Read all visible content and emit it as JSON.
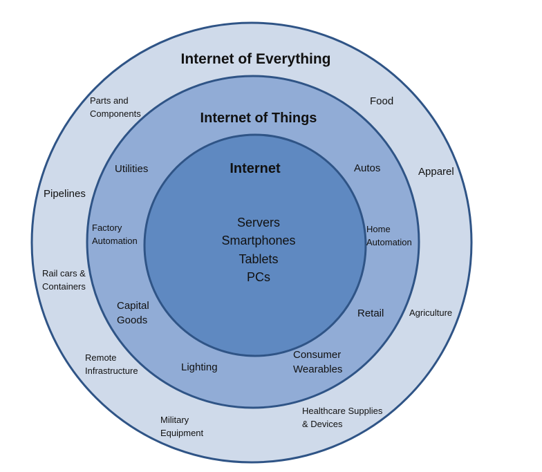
{
  "diagram": {
    "colors": {
      "outer_fill": "#cfdaea",
      "middle_fill": "#91acd6",
      "inner_fill": "#5f89c1",
      "stroke": "#2f5486",
      "text": "#111111"
    },
    "outer_ring": {
      "title": "Internet of Everything",
      "items": [
        {
          "line1": "Parts and",
          "line2": "Components"
        },
        {
          "line1": "Food",
          "line2": ""
        },
        {
          "line1": "Apparel",
          "line2": ""
        },
        {
          "line1": "Pipelines",
          "line2": ""
        },
        {
          "line1": "Rail cars  &",
          "line2": "Containers"
        },
        {
          "line1": "Agriculture",
          "line2": ""
        },
        {
          "line1": "Remote",
          "line2": "Infrastructure"
        },
        {
          "line1": "Healthcare  Supplies",
          "line2": "& Devices"
        },
        {
          "line1": "Military",
          "line2": "Equipment"
        }
      ]
    },
    "middle_ring": {
      "title": "Internet of Things",
      "items": [
        {
          "line1": "Utilities",
          "line2": ""
        },
        {
          "line1": "Autos",
          "line2": ""
        },
        {
          "line1": "Factory",
          "line2": "Automation"
        },
        {
          "line1": "Home",
          "line2": "Automation"
        },
        {
          "line1": "Capital",
          "line2": "Goods"
        },
        {
          "line1": "Retail",
          "line2": ""
        },
        {
          "line1": "Lighting",
          "line2": ""
        },
        {
          "line1": "Consumer",
          "line2": "Wearables"
        }
      ]
    },
    "inner_circle": {
      "title": "Internet",
      "items": [
        "Servers",
        "Smartphones",
        "Tablets",
        "PCs"
      ]
    }
  }
}
